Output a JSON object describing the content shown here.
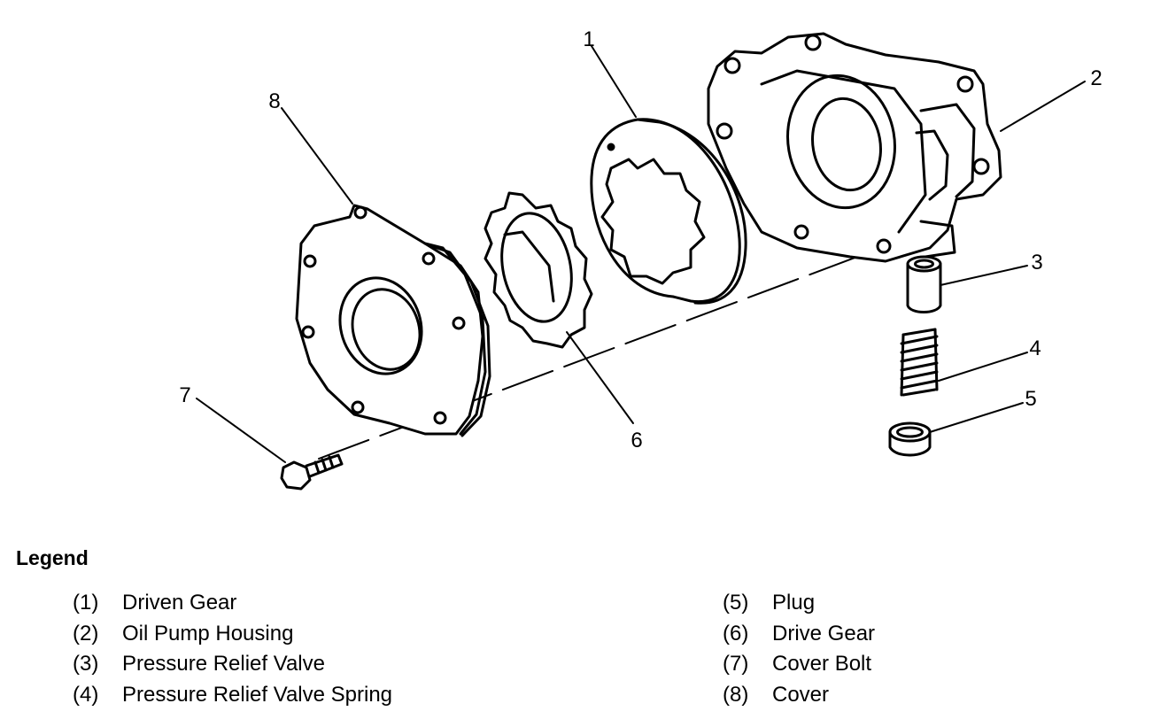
{
  "callouts": {
    "c1": "1",
    "c2": "2",
    "c3": "3",
    "c4": "4",
    "c5": "5",
    "c6": "6",
    "c7": "7",
    "c8": "8"
  },
  "legend": {
    "title": "Legend",
    "left": [
      {
        "num": "(1)",
        "label": "Driven Gear"
      },
      {
        "num": "(2)",
        "label": "Oil Pump Housing"
      },
      {
        "num": "(3)",
        "label": "Pressure Relief Valve"
      },
      {
        "num": "(4)",
        "label": "Pressure Relief Valve Spring"
      }
    ],
    "right": [
      {
        "num": "(5)",
        "label": "Plug"
      },
      {
        "num": "(6)",
        "label": "Drive Gear"
      },
      {
        "num": "(7)",
        "label": "Cover Bolt"
      },
      {
        "num": "(8)",
        "label": "Cover"
      }
    ]
  }
}
